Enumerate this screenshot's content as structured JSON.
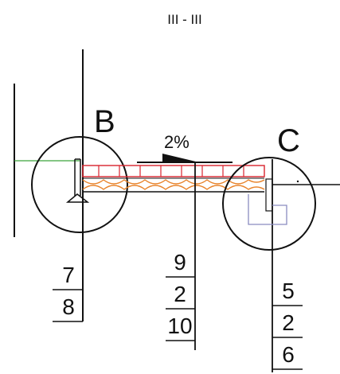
{
  "section_title": "III - III",
  "detail_b": {
    "label": "B",
    "callouts": [
      "7",
      "8"
    ]
  },
  "slope": {
    "label": "2%"
  },
  "center_callout": {
    "callouts": [
      "9",
      "2",
      "10"
    ]
  },
  "detail_c": {
    "label": "C",
    "callouts": [
      "5",
      "2",
      "6"
    ]
  },
  "colors": {
    "line": "#111111",
    "brick": "#d9232e",
    "insulation": "#e8832a",
    "ground_line": "#3aa33a",
    "membrane": "#8a8cc0"
  }
}
